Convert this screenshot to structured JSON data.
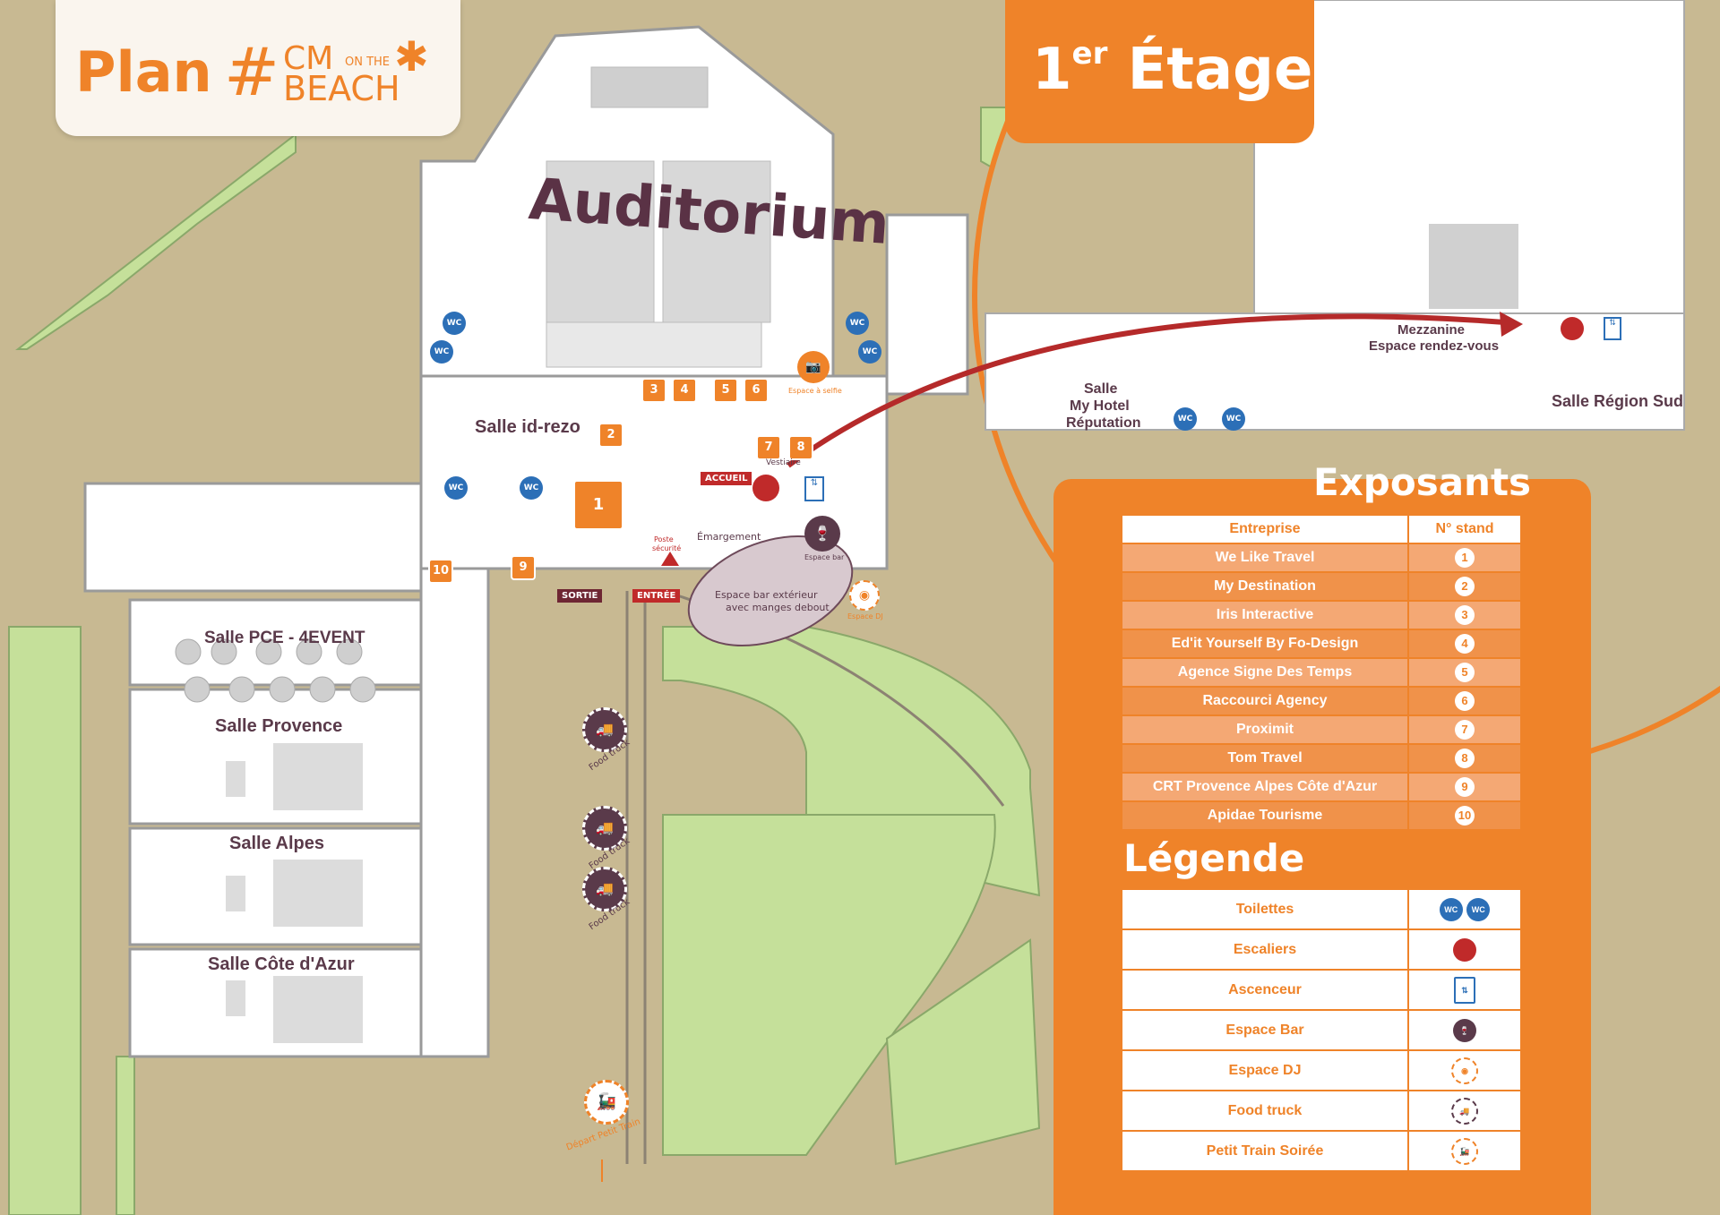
{
  "title": {
    "plan": "Plan",
    "hash": "#",
    "cm": "CM",
    "on_the": "ON THE",
    "beach": "BEACH"
  },
  "floor_tag": {
    "num": "1",
    "sup": "er",
    "label": "Étage"
  },
  "rooms": {
    "auditorium": "Auditorium",
    "id_rezo": "Salle id-rezo",
    "pce": "Salle PCE - 4EVENT",
    "provence": "Salle Provence",
    "alpes": "Salle Alpes",
    "cote_azur": "Salle Côte d'Azur",
    "mezzanine": "Mezzanine",
    "espace_rdv": "Espace rendez-vous",
    "salle": "Salle",
    "my_hotel": "My Hotel",
    "reputation": "Réputation",
    "region_sud": "Salle Région Sud"
  },
  "map_labels": {
    "accueil": "ACCUEIL",
    "vestiaire": "Vestiaire",
    "emargement": "Émargement",
    "poste_l1": "Poste",
    "poste_l2": "sécurité",
    "sortie": "SORTIE",
    "entree": "ENTRÉE",
    "espace_ext_l1": "Espace bar extérieur",
    "espace_ext_l2": "avec manges debout",
    "espace_bar": "Espace bar",
    "espace_dj": "Espace DJ",
    "espace_selfie": "Espace à selfie",
    "food_truck": "Food truck",
    "depart_train": "Départ Petit Train",
    "wc": "WC"
  },
  "stand_badges": [
    "1",
    "2",
    "3",
    "4",
    "5",
    "6",
    "7",
    "8",
    "9",
    "10"
  ],
  "exposants": {
    "title": "Exposants",
    "col_company": "Entreprise",
    "col_stand": "N° stand",
    "rows": [
      {
        "name": "We Like Travel",
        "num": "1"
      },
      {
        "name": "My Destination",
        "num": "2"
      },
      {
        "name": "Iris Interactive",
        "num": "3"
      },
      {
        "name": "Ed'it Yourself By Fo-Design",
        "num": "4"
      },
      {
        "name": "Agence Signe Des Temps",
        "num": "5"
      },
      {
        "name": "Raccourci Agency",
        "num": "6"
      },
      {
        "name": "Proximit",
        "num": "7"
      },
      {
        "name": "Tom Travel",
        "num": "8"
      },
      {
        "name": "CRT Provence Alpes Côte d'Azur",
        "num": "9"
      },
      {
        "name": "Apidae Tourisme",
        "num": "10"
      }
    ]
  },
  "legende": {
    "title": "Légende",
    "rows": [
      {
        "label": "Toilettes",
        "icon": "wc-icon"
      },
      {
        "label": "Escaliers",
        "icon": "stairs-icon"
      },
      {
        "label": "Ascenceur",
        "icon": "elevator-icon"
      },
      {
        "label": "Espace Bar",
        "icon": "bar-icon"
      },
      {
        "label": "Espace DJ",
        "icon": "dj-icon"
      },
      {
        "label": "Food truck",
        "icon": "food-truck-icon"
      },
      {
        "label": "Petit Train Soirée",
        "icon": "train-icon"
      }
    ]
  },
  "colors": {
    "accent": "#ef8329",
    "dark": "#5a3245",
    "grass": "#c5e09a",
    "ground": "#c8b992",
    "wc": "#2c6fb7",
    "stairs": "#c02a2a"
  }
}
